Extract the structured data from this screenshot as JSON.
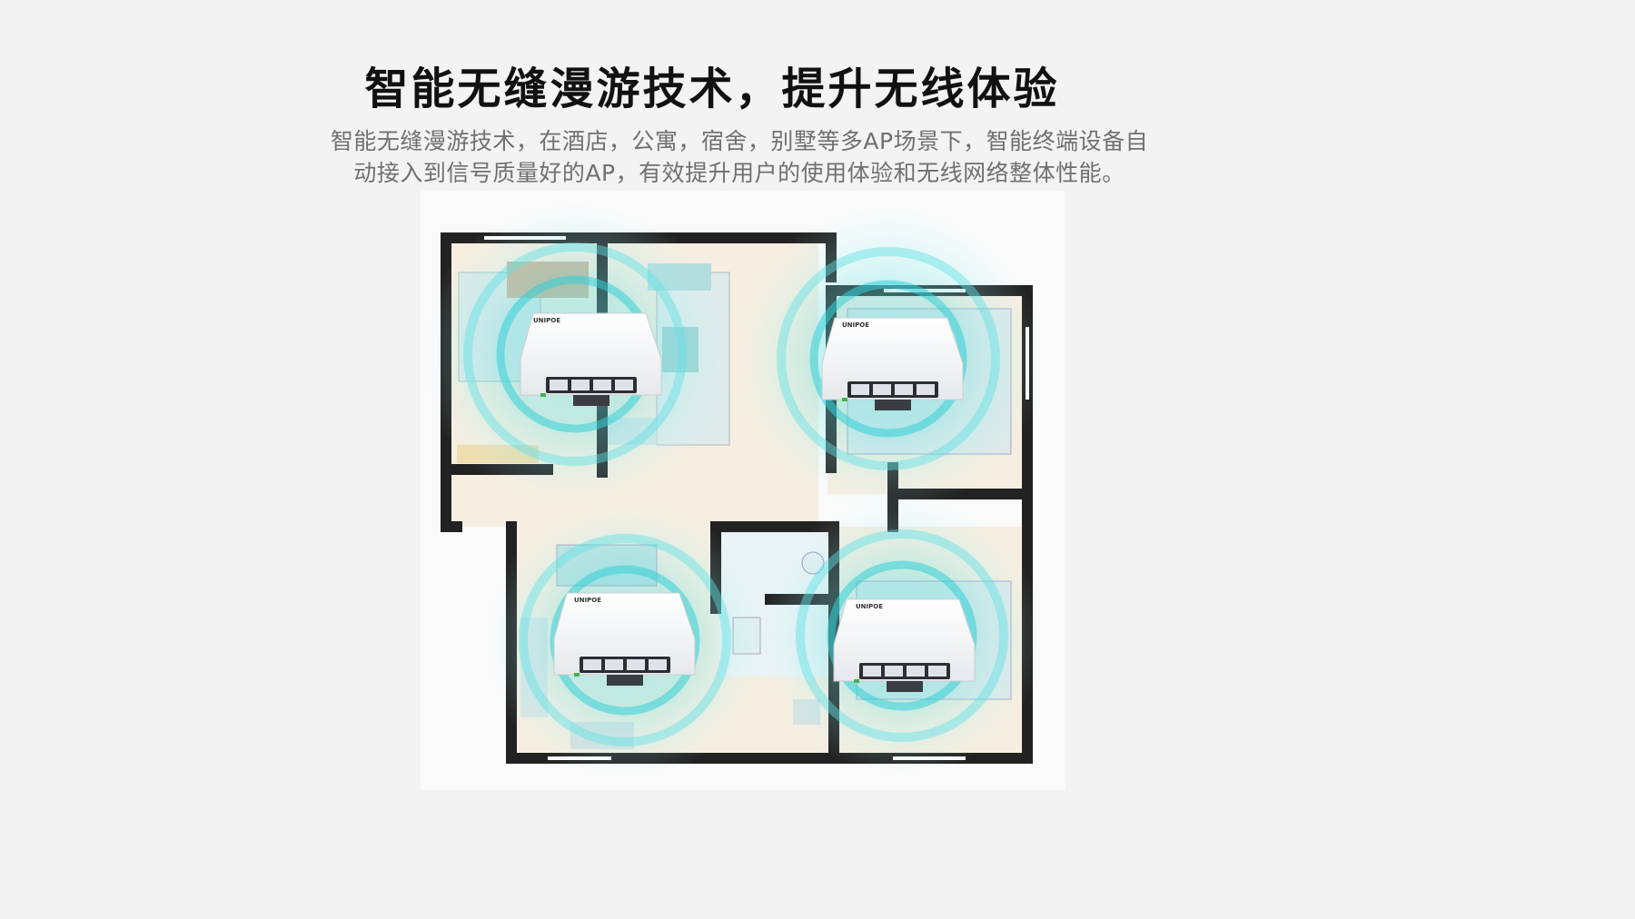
{
  "headline": "智能无缝漫游技术，提升无线体验",
  "description": {
    "line1": "智能无缝漫游技术，在酒店，公寓，宿舍，别墅等多AP场景下，智能终端设备自",
    "line2": "动接入到信号质量好的AP，有效提升用户的使用体验和无线网络整体性能。"
  },
  "device": {
    "brand": "UNIPOE",
    "count": 4,
    "port_count": 4
  },
  "colors": {
    "signal": "#3fd4d8",
    "wall": "#222222",
    "floor": "#f6eee0",
    "device_body": "#ffffff"
  },
  "icons": [
    "floor-plan-illustration",
    "wifi-signal-rings",
    "wireless-ap-device"
  ]
}
